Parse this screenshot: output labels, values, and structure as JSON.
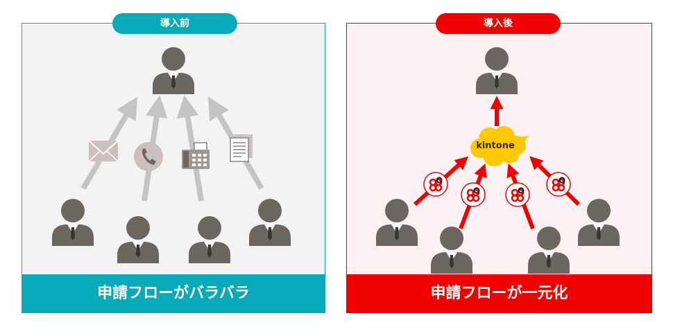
{
  "before": {
    "badge": "導入前",
    "caption": "申請フローがバラバラ",
    "icons": [
      "person-icon",
      "envelope-icon",
      "phone-icon",
      "fax-icon",
      "document-icon"
    ]
  },
  "after": {
    "badge": "導入後",
    "caption": "申請フローが一元化",
    "cloud_label": "kintone",
    "icons": [
      "person-icon",
      "kintone-app-icon",
      "cloud-icon"
    ]
  },
  "colors": {
    "teal": "#08a9b8",
    "red": "#f00000",
    "person": "#6b6660",
    "arrow_gray": "#c4c4c4",
    "cloud": "#ffc800"
  }
}
